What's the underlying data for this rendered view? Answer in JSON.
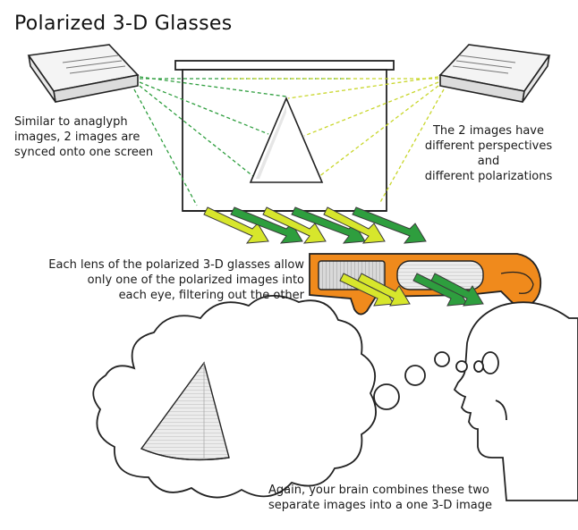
{
  "title": "Polarized 3-D Glasses",
  "captions": {
    "left": [
      "Similar to anaglyph",
      "images, 2 images are",
      "synced onto one screen"
    ],
    "right": [
      "The 2 images have",
      "different perspectives",
      "and",
      "different polarizations"
    ],
    "glasses": [
      "Each lens of the polarized 3-D glasses allow",
      "only one of the polarized images into",
      "each eye, filtering out the other"
    ],
    "brain": [
      "Again, your brain combines these two",
      "separate images into a one 3-D image"
    ]
  },
  "colors": {
    "green_beam": "#2e9e3e",
    "yellow_beam": "#d7e62c",
    "glasses_frame": "#f08a1c",
    "outline": "#222222"
  },
  "icons": [
    "projector-left-icon",
    "projector-right-icon",
    "screen-icon",
    "triangle-image-icon",
    "glasses-icon",
    "head-icon",
    "thought-cloud-icon",
    "cone-icon"
  ]
}
